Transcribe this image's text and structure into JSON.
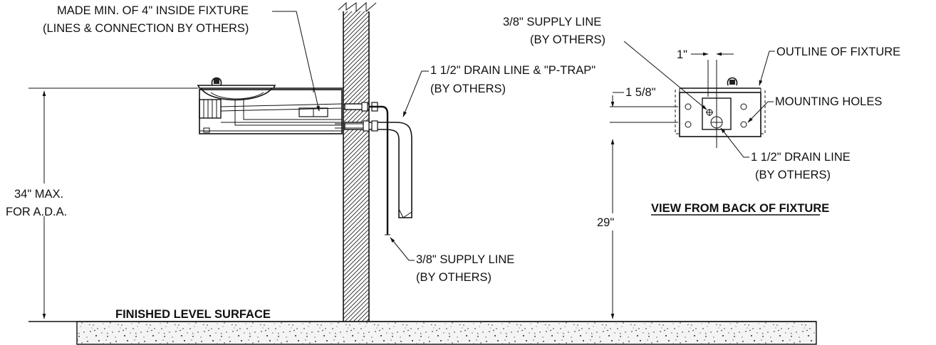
{
  "labels": {
    "inside_fixture_1": "MADE MIN. OF 4\" INSIDE FIXTURE",
    "inside_fixture_2": "(LINES & CONNECTION BY OTHERS)",
    "drain_trap_1": "1 1/2\" DRAIN LINE & \"P-TRAP\"",
    "drain_trap_2": "(BY OTHERS)",
    "supply_side_1": "3/8\" SUPPLY LINE",
    "supply_side_2": "(BY OTHERS)",
    "height_max_1": "34\" MAX.",
    "height_max_2": "FOR A.D.A.",
    "floor": "FINISHED LEVEL SURFACE",
    "supply_back_1": "3/8\" SUPPLY LINE",
    "supply_back_2": "(BY OTHERS)",
    "dim_one_inch": "1\"",
    "outline": "OUTLINE OF FIXTURE",
    "dim_one_five_eighths": "1 5/8\"",
    "mounting_holes": "MOUNTING HOLES",
    "drain_back_1": "1 1/2\" DRAIN LINE",
    "drain_back_2": "(BY OTHERS)",
    "view_title": "VIEW FROM BACK OF FIXTURE",
    "dim_29": "29\""
  }
}
